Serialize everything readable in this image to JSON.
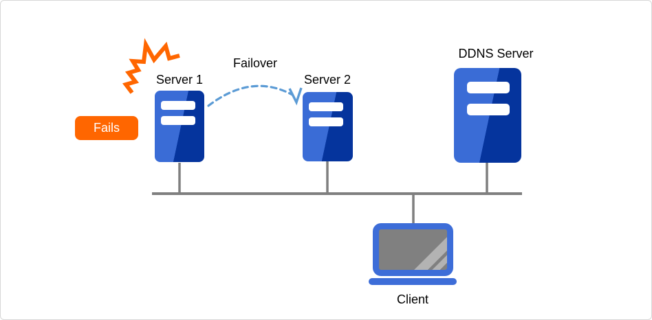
{
  "labels": {
    "fails": "Fails",
    "failover": "Failover"
  },
  "nodes": {
    "server1": {
      "label": "Server 1"
    },
    "server2": {
      "label": "Server 2"
    },
    "ddns": {
      "label": "DDNS Server"
    },
    "client": {
      "label": "Client"
    }
  },
  "icons": {
    "server_icon": "rounded rack tower with two white slots, diagonal two-tone blue",
    "laptop_icon": "blue-framed laptop with gray screen and glare stripes",
    "crash_flash_icon": "orange jagged explosion zigzag",
    "failover_arrow_icon": "dashed light-blue arc with check-style arrowhead",
    "network_bus_icon": "gray horizontal bus line with drop links"
  },
  "colors": {
    "orange": "#FF6600",
    "server_light": "#3A6CD6",
    "server_dark": "#05349D",
    "laptop_blue": "#3D6DD8",
    "screen_gray": "#808080",
    "stripe_gray": "#B3B3B3",
    "line_gray": "#7F7F7F",
    "arc_blue": "#5B9BD5",
    "text_black": "#000000",
    "border_gray": "#D6D6D6"
  }
}
